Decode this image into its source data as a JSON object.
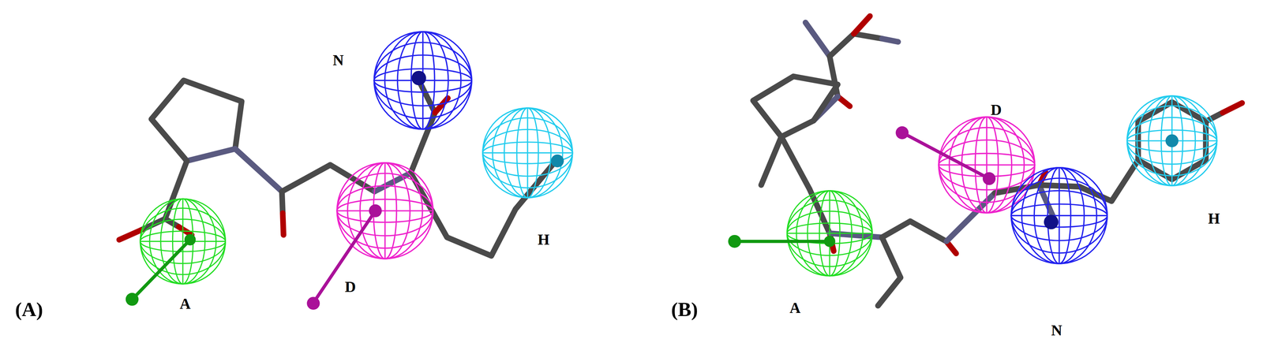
{
  "diagram": {
    "labels": [
      "N",
      "H",
      "D",
      "A",
      "(A)",
      "D",
      "H",
      "N",
      "A",
      "(B)"
    ]
  }
}
